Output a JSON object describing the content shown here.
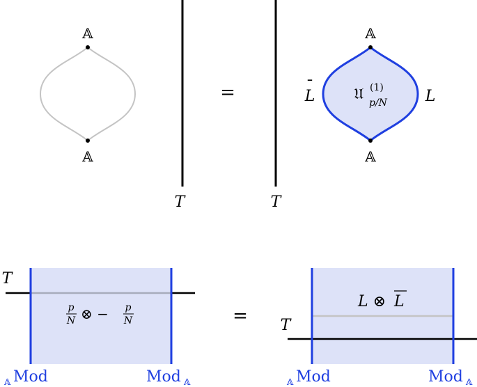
{
  "top_left": {
    "vertex_top": "𝔸",
    "vertex_bottom": "𝔸",
    "line_label": "T"
  },
  "equals_top": "=",
  "top_right": {
    "vertex_top": "𝔸",
    "vertex_bottom": "𝔸",
    "left_label_base": "L",
    "left_label_bar": "¯",
    "right_label": "L",
    "center_base": "𝔘",
    "center_sup": "(1)",
    "center_sub": "p/N",
    "line_label": "T"
  },
  "bottom_left": {
    "line_label": "T",
    "left_boundary": "Mod",
    "left_boundary_sub": "𝔸",
    "right_boundary": "Mod",
    "right_boundary_sub": "𝔸",
    "frac1_num": "p",
    "frac1_den": "N",
    "op": "⊗ −",
    "frac2_num": "p",
    "frac2_den": "N"
  },
  "equals_bottom": "=",
  "bottom_right": {
    "line_label": "T",
    "center_left": "L ⊗ ",
    "center_right": "L",
    "left_boundary": "Mod",
    "left_boundary_sub": "𝔸",
    "right_boundary": "Mod",
    "right_boundary_sub": "𝔸"
  },
  "colors": {
    "blue_line": "#1f3fe0",
    "fill": "#dde2f8",
    "grey_line": "#c4c4c4",
    "black": "#000000"
  }
}
